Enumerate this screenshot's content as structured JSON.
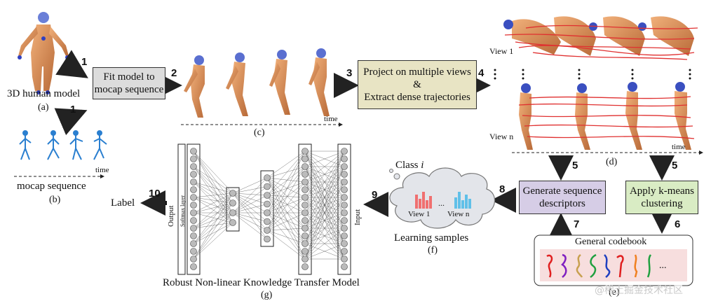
{
  "labels": {
    "human_model": "3D human model",
    "a": "(a)",
    "mocap": "mocap sequence",
    "b": "(b)",
    "c": "(c)",
    "d": "(d)",
    "e": "(e)",
    "f": "(f)",
    "g": "(g)",
    "time_b": "time",
    "time_c": "time",
    "time_d": "time",
    "view1": "View 1",
    "viewn": "View n",
    "class_prefix": "Class ",
    "class_var": "i",
    "cloud_view1": "View 1",
    "cloud_viewn": "View n",
    "cloud_dots": "...",
    "learning_samples": "Learning samples",
    "codebook": "General codebook",
    "codebook_dots": "...",
    "label": "Label",
    "output": "Output",
    "softmax": "Softmax layer",
    "input": "Input",
    "model_title": "Robust Non-linear Knowledge Transfer Model",
    "watermark": "@稀土掘金技术社区"
  },
  "boxes": {
    "fit": "Fit model to mocap sequence",
    "project_1": "Project on multiple views",
    "project_amp": "&",
    "project_2": "Extract dense trajectories",
    "generate": "Generate sequence descriptors",
    "kmeans": "Apply k-means clustering"
  },
  "steps": [
    "1",
    "1",
    "2",
    "3",
    "4",
    "5",
    "5",
    "6",
    "7",
    "8",
    "9",
    "10"
  ],
  "colors": {
    "box_gray": "#dcdcdc",
    "box_tan": "#e8e4c4",
    "box_purple": "#d6cde6",
    "box_green": "#d9ecc4",
    "codebook_bg": "#f7dede",
    "trajectory": "#e03030",
    "figure_skin": "#d99060",
    "skeleton": "#2a7fd0"
  },
  "codebook_colors": [
    "#e02020",
    "#8020c0",
    "#c8a050",
    "#20a040",
    "#2040c0",
    "#e02020",
    "#f08020",
    "#20a040"
  ]
}
